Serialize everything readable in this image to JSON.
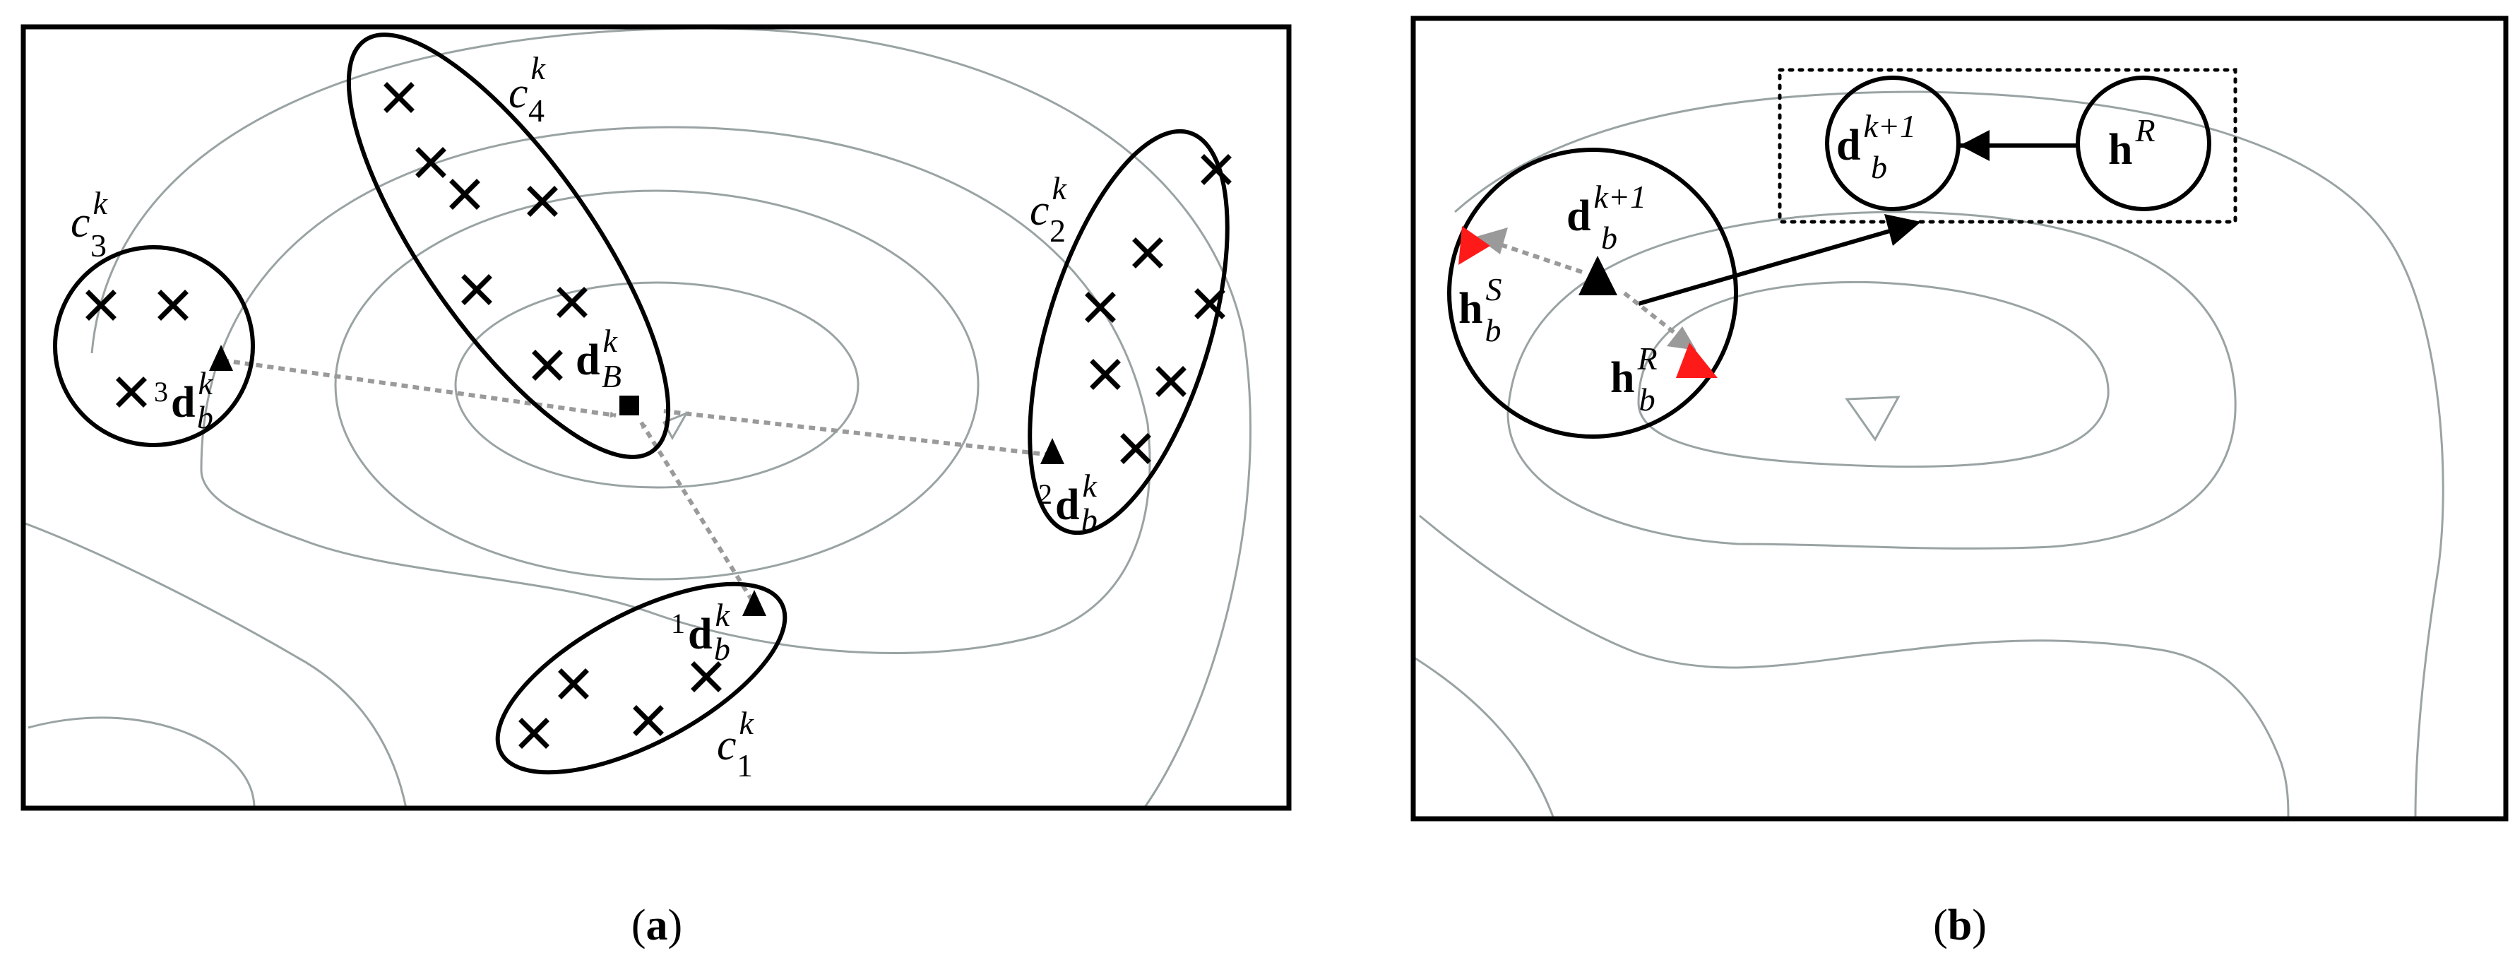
{
  "panels": {
    "a": {
      "caption": {
        "open": "(",
        "letter": "a",
        "close": ")"
      },
      "clusters": [
        {
          "letter": "c",
          "sup": "k",
          "sub": "1"
        },
        {
          "letter": "c",
          "sup": "k",
          "sub": "2"
        },
        {
          "letter": "c",
          "sup": "k",
          "sub": "3"
        },
        {
          "letter": "c",
          "sup": "k",
          "sub": "4"
        }
      ],
      "local_points": [
        {
          "pre": "1",
          "base": "d",
          "sup": "k",
          "sub": "b"
        },
        {
          "pre": "2",
          "base": "d",
          "sup": "k",
          "sub": "b"
        },
        {
          "pre": "3",
          "base": "d",
          "sup": "k",
          "sub": "b"
        }
      ],
      "best_point": {
        "base": "d",
        "sup": "k",
        "sub": "B"
      }
    },
    "b": {
      "caption": {
        "open": "(",
        "letter": "b",
        "close": ")"
      },
      "center_label": {
        "base": "d",
        "sup": "k+1",
        "sub": "b"
      },
      "box_d_label": {
        "base": "d",
        "sup": "k+1",
        "sub": "b"
      },
      "box_h_label": {
        "base": "h",
        "sup": "R"
      },
      "hs_label": {
        "base": "h",
        "sup": "S",
        "sub": "b"
      },
      "hr_label": {
        "base": "h",
        "sup": "R",
        "sub": "b"
      }
    }
  },
  "colors": {
    "contour": "#9aa3a3",
    "dashed_arrow": "#9a9a9a",
    "red_marker": "#ff1a1a",
    "ink": "#000000"
  }
}
